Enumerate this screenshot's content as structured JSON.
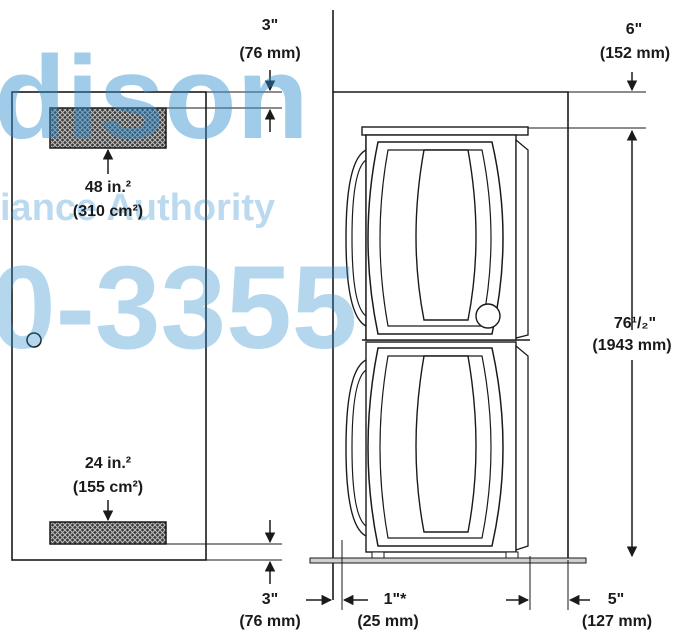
{
  "watermark": {
    "line1": "dison",
    "line2": "iance Authority",
    "line3": "0-3355",
    "color": "#2e8fd0"
  },
  "colors": {
    "ink": "#1a1a1a",
    "vent_fill": "#555555"
  },
  "door": {
    "upper_vent_area_in": "48 in.²",
    "upper_vent_area_cm": "(310 cm²)",
    "lower_vent_area_in": "24 in.²",
    "lower_vent_area_cm": "(155 cm²)",
    "top_gap_in": "3\"",
    "top_gap_mm": "(76 mm)",
    "bottom_gap_in": "3\"",
    "bottom_gap_mm": "(76 mm)"
  },
  "closet": {
    "top_clearance_in": "6\"",
    "top_clearance_mm": "(152 mm)",
    "stack_height_in": "76¹/₂\"",
    "stack_height_mm": "(1943 mm)",
    "side_left_in": "1\"*",
    "side_left_mm": "(25 mm)",
    "side_right_in": "5\"",
    "side_right_mm": "(127 mm)"
  }
}
